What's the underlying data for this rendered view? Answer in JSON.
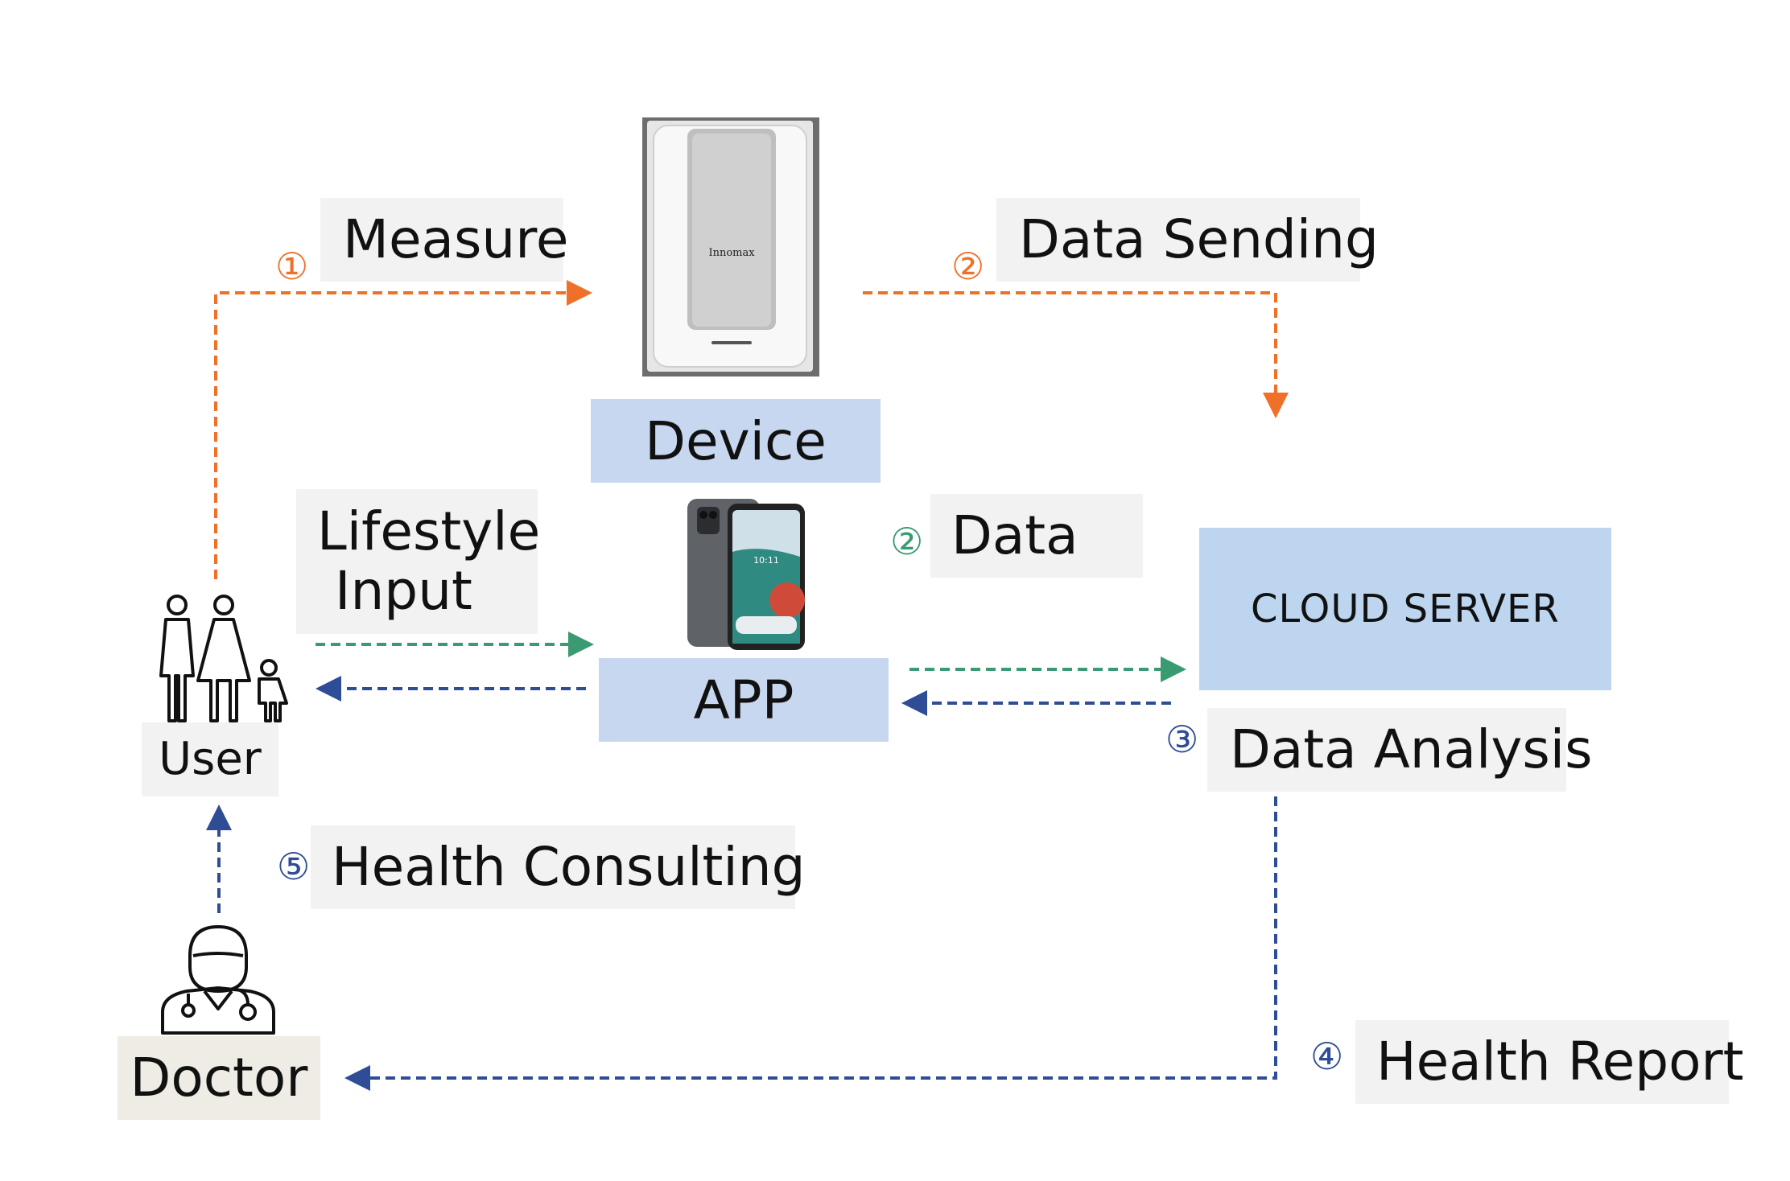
{
  "labels": {
    "measure": "Measure",
    "data_sending": "Data Sending",
    "device": "Device",
    "lifestyle_input_line1": "Lifestyle",
    "lifestyle_input_line2": "Input",
    "data": "Data",
    "cloud_server": "CLOUD SERVER",
    "app": "APP",
    "user": "User",
    "data_analysis": "Data Analysis",
    "health_consulting": "Health Consulting",
    "doctor": "Doctor",
    "health_report": "Health Report"
  },
  "device_brand": "Innomax",
  "phone_time": "10:11",
  "steps": {
    "s1": "①",
    "s2a": "②",
    "s2b": "②",
    "s3": "③",
    "s4": "④",
    "s5": "⑤"
  },
  "colors": {
    "orange": "#f07028",
    "green": "#3a9a72",
    "navy": "#2f4d96",
    "box_blue": "#c7d7f0",
    "cloud_blue": "#bdd5ef",
    "label_bg": "#f2f2f2",
    "doctor_bg": "#eeece4"
  },
  "icons": {
    "user": "family-icon",
    "doctor": "doctor-icon",
    "device": "measuring-device-image",
    "phone": "smartphone-image"
  }
}
